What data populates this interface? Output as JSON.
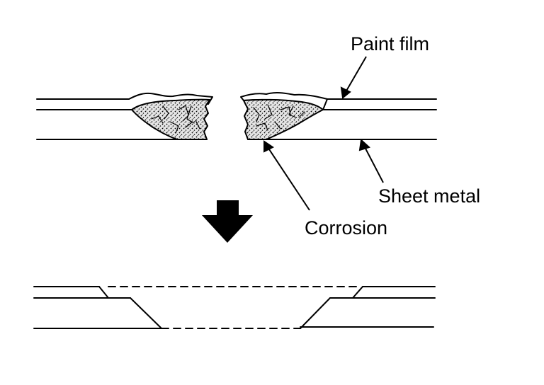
{
  "diagram": {
    "labels": {
      "paint_film": "Paint film",
      "sheet_metal": "Sheet metal",
      "corrosion": "Corrosion"
    },
    "colors": {
      "ink": "#000000",
      "paper": "#ffffff",
      "corrosion_fill": "#bdbdbd"
    }
  }
}
